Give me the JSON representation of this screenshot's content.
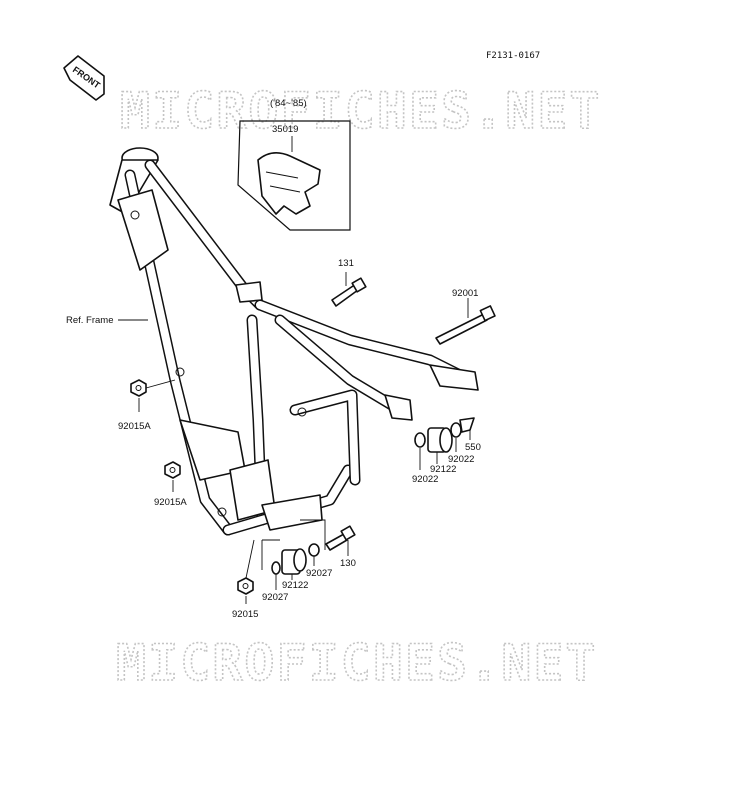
{
  "figure": {
    "code": "F2131-0167",
    "front_label": "FRONT",
    "watermark": "MICROFICHES.NET",
    "ref_frame": "Ref. Frame",
    "inset_years": "('84~'85)"
  },
  "parts": {
    "p35019": "35019",
    "p131": "131",
    "p92001": "92001",
    "p92015A_top": "92015A",
    "p92015A_bottom": "92015A",
    "p92022_a": "92022",
    "p92022_b": "92022",
    "p92122_a": "92122",
    "p92122_b": "92122",
    "p550": "550",
    "p130": "130",
    "p92027_a": "92027",
    "p92027_b": "92027",
    "p92015": "92015"
  }
}
